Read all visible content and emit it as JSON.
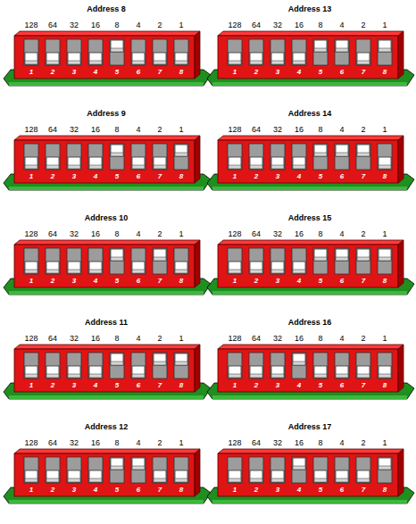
{
  "diagram": {
    "labels": [
      "Address 8",
      "128",
      "64",
      "32",
      "16",
      "8",
      "4",
      "2",
      "1",
      "1",
      "2",
      "3",
      "4",
      "5",
      "6",
      "7",
      "8",
      "Address 13",
      "128",
      "64",
      "32",
      "16",
      "8",
      "4",
      "2",
      "1",
      "1",
      "2",
      "3",
      "4",
      "5",
      "6",
      "7",
      "8",
      "Address 9",
      "128",
      "64",
      "32",
      "16",
      "8",
      "4",
      "2",
      "1",
      "1",
      "2",
      "3",
      "4",
      "5",
      "6",
      "7",
      "8",
      "Address 14",
      "128",
      "64",
      "32",
      "16",
      "8",
      "4",
      "2",
      "1",
      "1",
      "2",
      "3",
      "4",
      "5",
      "6",
      "7",
      "8",
      "Address 10",
      "128",
      "64",
      "32",
      "16",
      "8",
      "4",
      "2",
      "1",
      "1",
      "2",
      "3",
      "4",
      "5",
      "6",
      "7",
      "8",
      "Address 15",
      "128",
      "64",
      "32",
      "16",
      "8",
      "4",
      "2",
      "1",
      "1",
      "2",
      "3",
      "4",
      "5",
      "6",
      "7",
      "8",
      "Address 11",
      "128",
      "64",
      "32",
      "16",
      "8",
      "4",
      "2",
      "1",
      "1",
      "2",
      "3",
      "4",
      "5",
      "6",
      "7",
      "8",
      "Address 16",
      "128",
      "64",
      "32",
      "16",
      "8",
      "4",
      "2",
      "1",
      "1",
      "2",
      "3",
      "4",
      "5",
      "6",
      "7",
      "8",
      "Address 12",
      "128",
      "64",
      "32",
      "16",
      "8",
      "4",
      "2",
      "1",
      "1",
      "2",
      "3",
      "4",
      "5",
      "6",
      "7",
      "8",
      "Address 17",
      "128",
      "64",
      "32",
      "16",
      "8",
      "4",
      "2",
      "1",
      "1",
      "2",
      "3",
      "4",
      "5",
      "6",
      "7",
      "8"
    ]
  }
}
